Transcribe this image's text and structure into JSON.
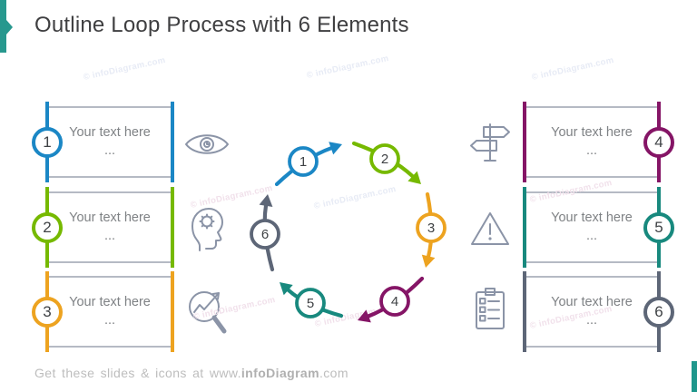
{
  "slide": {
    "title": "Outline Loop Process with 6 Elements",
    "watermark_text": "© infoDiagram.com",
    "accent_color": "#27988e",
    "footer": {
      "prefix": "Get these slides & icons at www.",
      "brand": "infoDiagram",
      "suffix": ".com"
    }
  },
  "boxes": {
    "left": [
      {
        "number": "1",
        "text": "Your text here ...",
        "color": "#1b87c5",
        "icon": "eye"
      },
      {
        "number": "2",
        "text": "Your text here ...",
        "color": "#76b900",
        "icon": "head-gear"
      },
      {
        "number": "3",
        "text": "Your text here ...",
        "color": "#eda320",
        "icon": "magnifier-chart-arrow"
      }
    ],
    "right": [
      {
        "number": "4",
        "text": "Your text here ...",
        "color": "#851566",
        "icon": "signpost"
      },
      {
        "number": "5",
        "text": "Your text here ...",
        "color": "#18897e",
        "icon": "warning-triangle"
      },
      {
        "number": "6",
        "text": "Your text here ...",
        "color": "#5d6677",
        "icon": "clipboard-checklist"
      }
    ]
  },
  "loop": {
    "steps": [
      {
        "number": "1",
        "color": "#1b87c5"
      },
      {
        "number": "2",
        "color": "#76b900"
      },
      {
        "number": "3",
        "color": "#eda320"
      },
      {
        "number": "4",
        "color": "#851566"
      },
      {
        "number": "5",
        "color": "#18897e"
      },
      {
        "number": "6",
        "color": "#5d6677"
      }
    ]
  }
}
